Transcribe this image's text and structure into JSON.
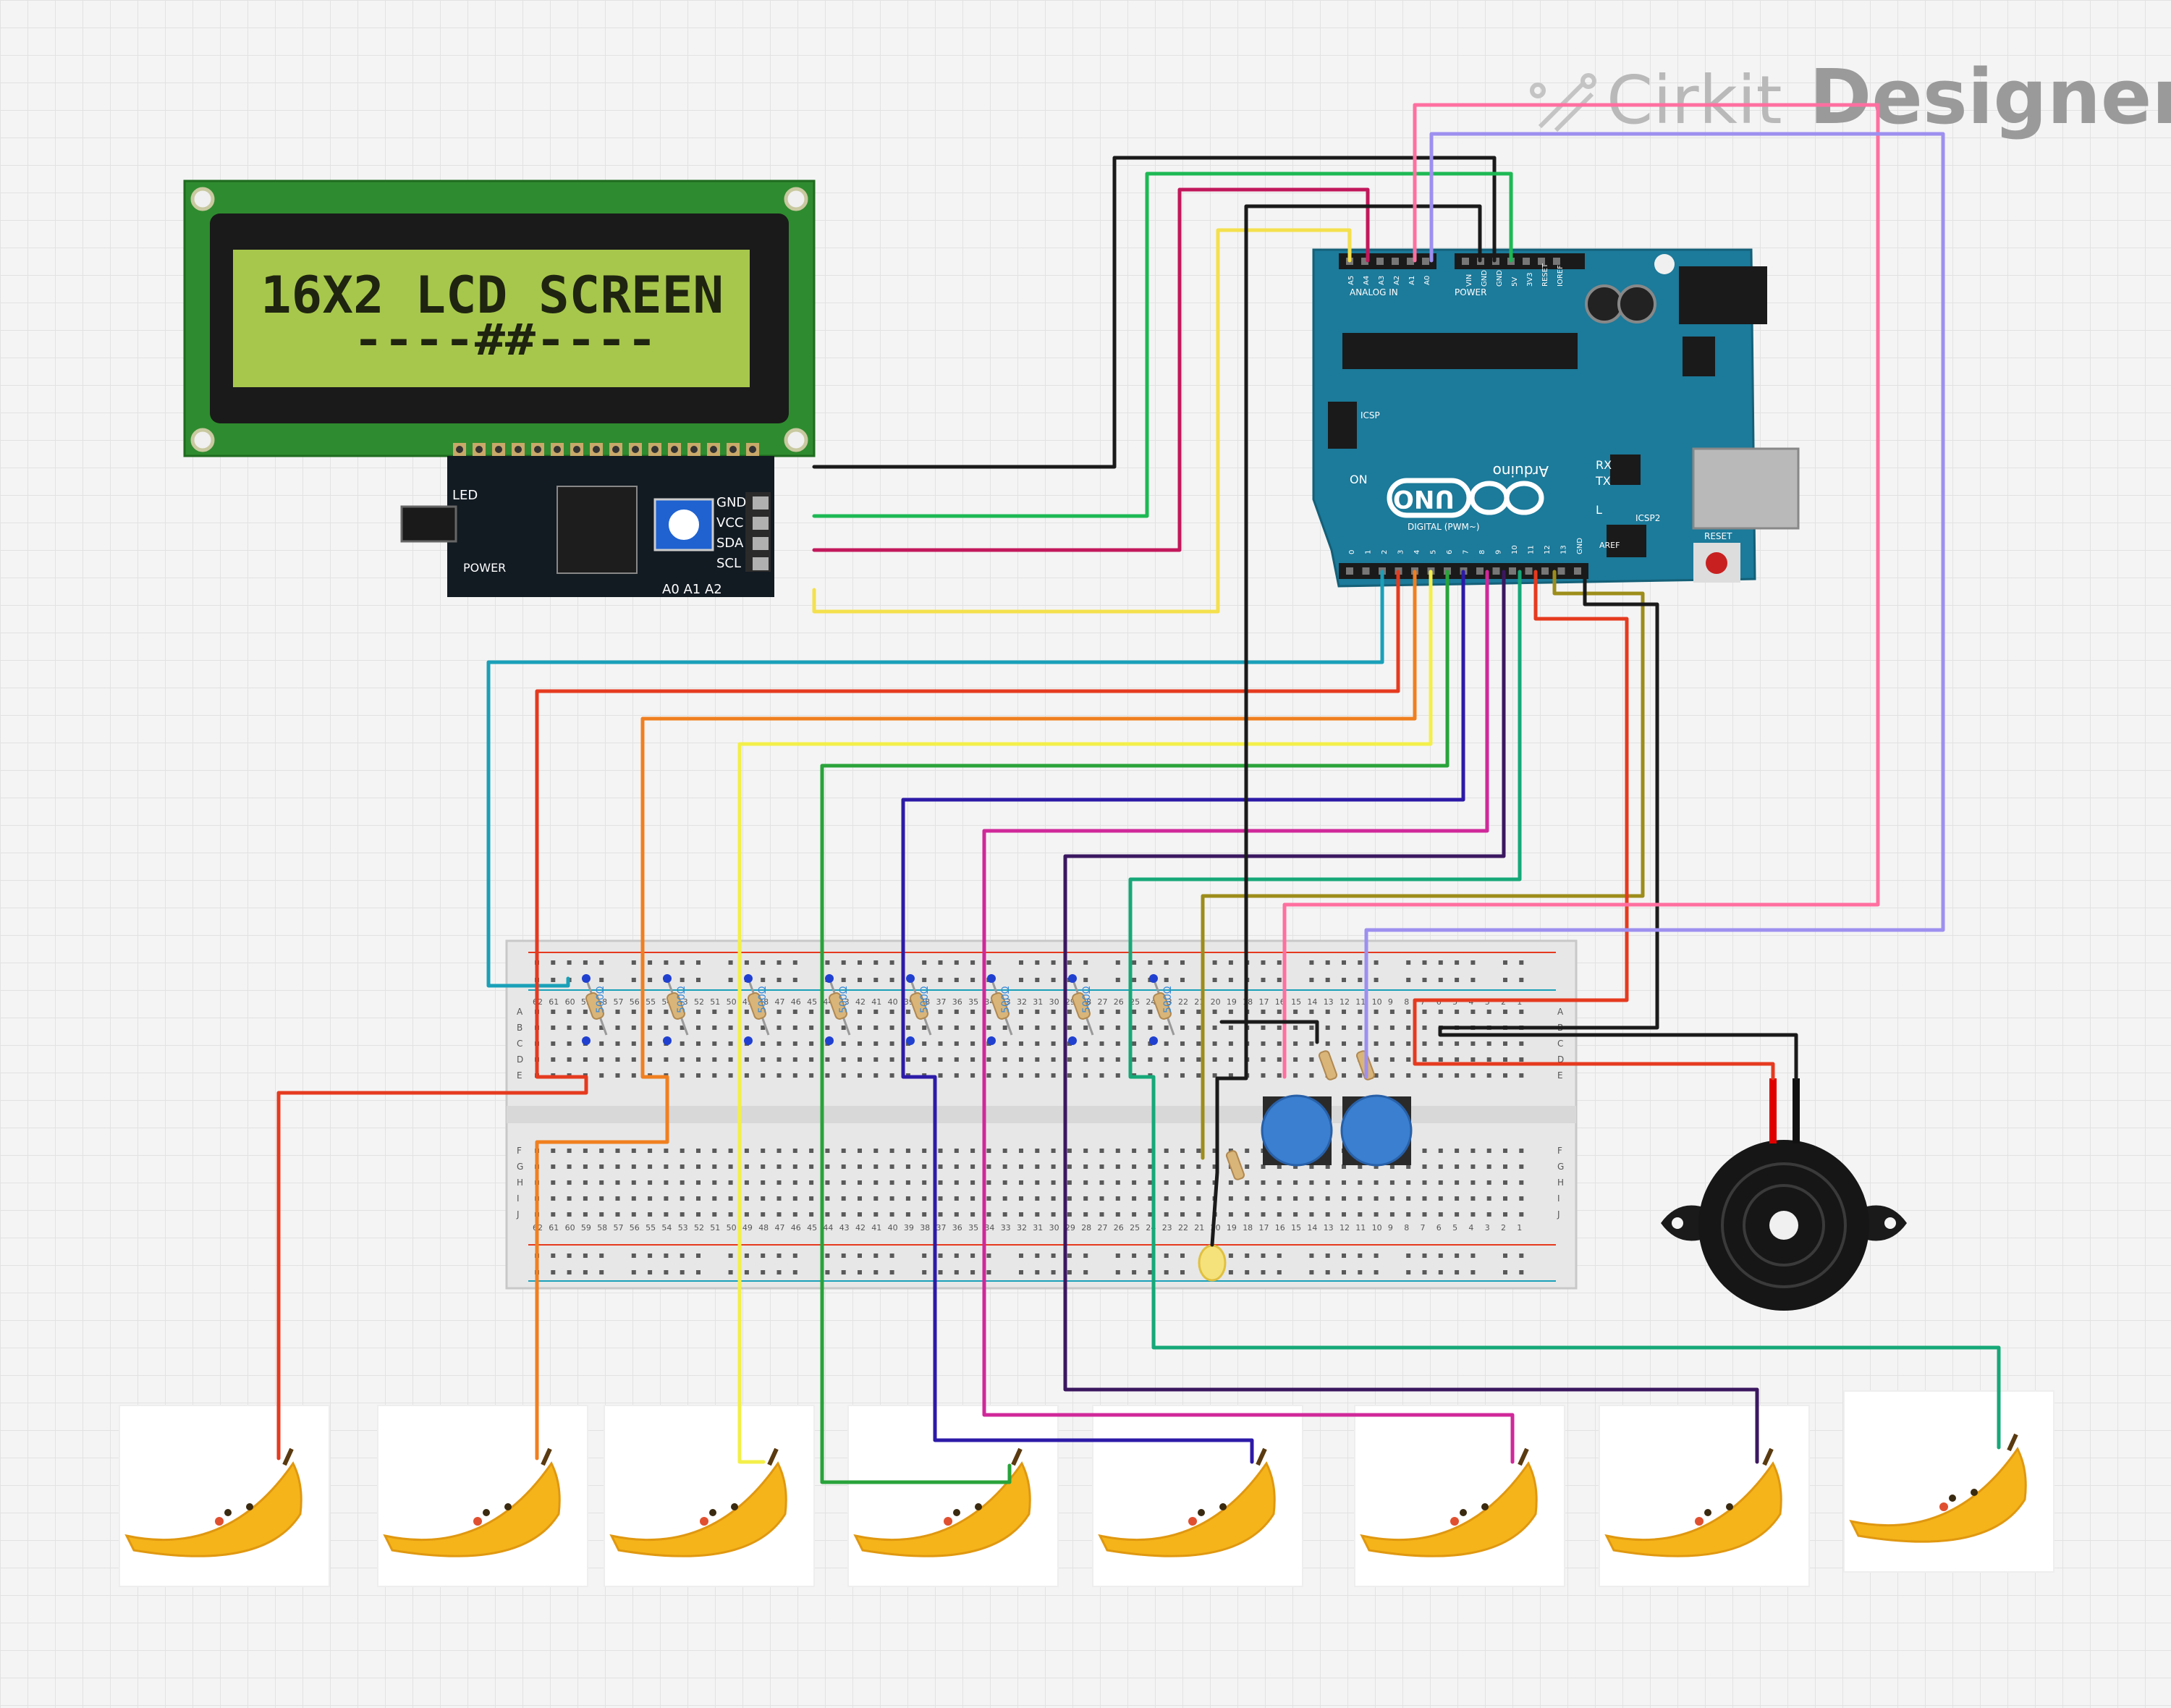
{
  "brand": {
    "name_light": "Cirkit",
    "name_bold": "Designer"
  },
  "lcd": {
    "line1": "16X2 LCD SCREEN",
    "line2": "----##----",
    "i2c_pins": [
      "GND",
      "VCC",
      "SDA",
      "SCL"
    ],
    "label_led": "LED",
    "label_power": "POWER",
    "label_addr": "A0 A1 A2"
  },
  "arduino": {
    "label_uno": "UNO",
    "label_brand": "Arduino",
    "label_analog": "ANALOG IN",
    "label_power_hdr": "POWER",
    "label_digital": "DIGITAL (PWM~)",
    "label_on": "ON",
    "label_tx": "TX",
    "label_rx": "RX",
    "label_l": "L",
    "label_reset": "RESET",
    "label_icsp": "ICSP",
    "label_icsp2": "ICSP2",
    "label_aref": "AREF",
    "analog_pins": [
      "A5",
      "A4",
      "A3",
      "A2",
      "A1",
      "A0"
    ],
    "power_pins": [
      "VIN",
      "GND",
      "GND",
      "5V",
      "3V3",
      "RESET",
      "IOREF"
    ],
    "digital_pins": [
      "0",
      "1",
      "2",
      "3",
      "4",
      "5",
      "6",
      "7",
      "8",
      "9",
      "10",
      "11",
      "12",
      "13",
      "GND"
    ]
  },
  "breadboard": {
    "rows": [
      "A",
      "B",
      "C",
      "D",
      "E",
      "F",
      "G",
      "H",
      "I",
      "J"
    ],
    "columns_visible": [
      "62",
      "61",
      "60",
      "59",
      "58",
      "57",
      "56",
      "55",
      "54",
      "53",
      "52",
      "51",
      "50",
      "49",
      "48",
      "47",
      "46",
      "45",
      "44",
      "43",
      "42",
      "41",
      "40",
      "39",
      "38",
      "37",
      "36",
      "35",
      "34",
      "33",
      "32",
      "31",
      "30",
      "29",
      "28",
      "27",
      "26",
      "25",
      "24",
      "23",
      "22",
      "21",
      "20",
      "19",
      "18",
      "17",
      "16",
      "15",
      "14",
      "13",
      "12",
      "11",
      "10",
      "9",
      "8",
      "7",
      "6",
      "5",
      "4",
      "3",
      "2",
      "1"
    ]
  },
  "resistors": {
    "value_label": "500Ω"
  },
  "components": {
    "pushbuttons": 2,
    "led_color": "yellow",
    "buzzer": "piezo buzzer",
    "banana_pads": 8
  },
  "colors": {
    "wire_black": "#1a1a1a",
    "wire_green": "#1db954",
    "wire_magenta": "#c2185b",
    "wire_yellow": "#f4e04d",
    "wire_teal": "#1aa0b8",
    "wire_red": "#e53a1f",
    "wire_orange": "#f07f1f",
    "wire_lightyellow": "#f3ef4a",
    "wire_darkgreen": "#29a33a",
    "wire_navy": "#2c1aa8",
    "wire_pink": "#d0289a",
    "wire_purple": "#3b1760",
    "wire_seagreen": "#16a878",
    "wire_olive": "#9d8d1a",
    "wire_rose": "#ff6fa0",
    "wire_lavender": "#9d8ff0",
    "arduino_blue": "#1c7a9a",
    "lcd_pcb": "#2a8a2a",
    "lcd_screen": "#a8c84a",
    "banana": "#f5b41a"
  }
}
